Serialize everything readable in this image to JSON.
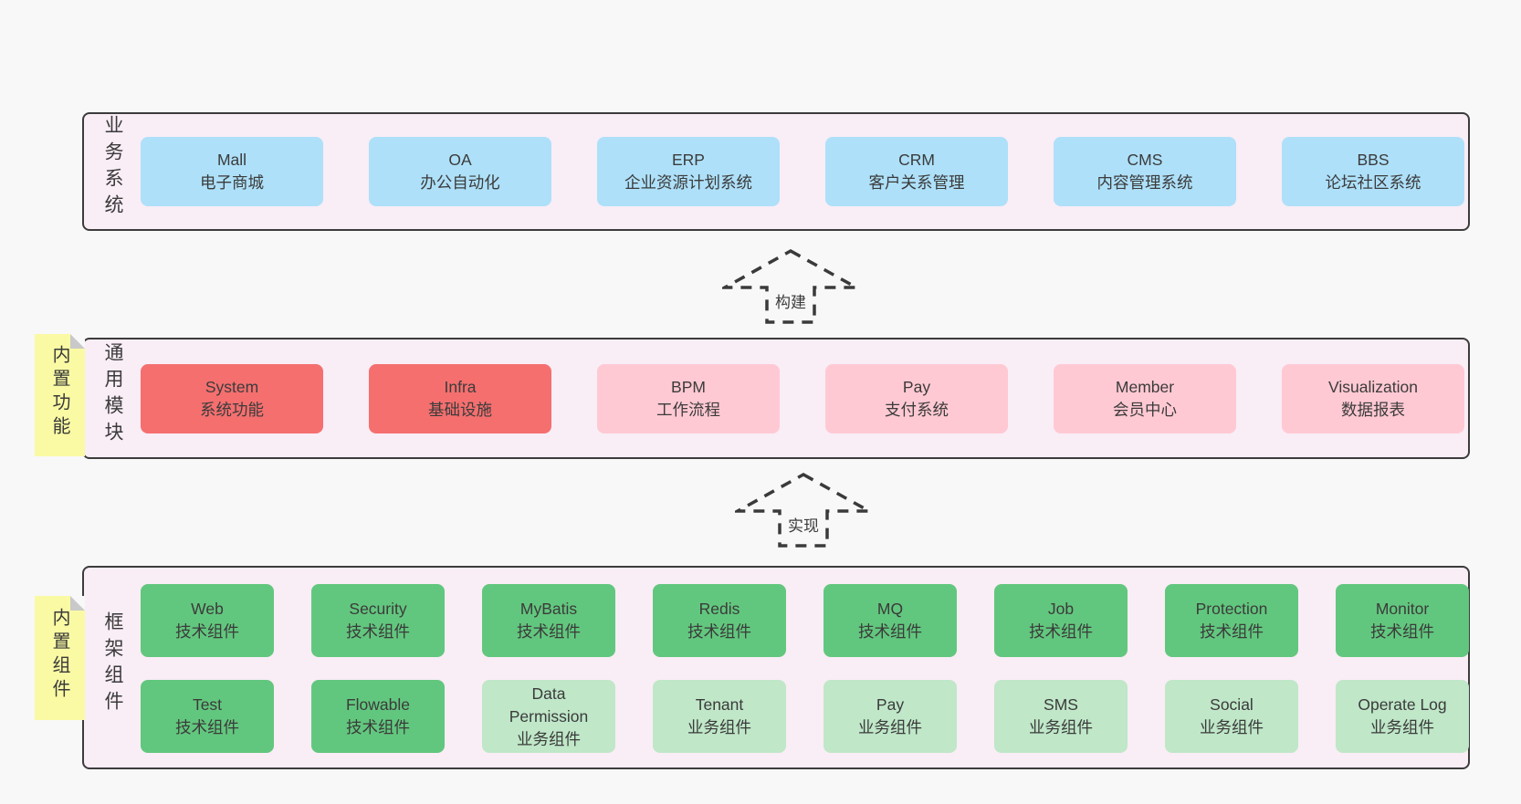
{
  "diagram": {
    "colors": {
      "page_background": "#f8f8f8",
      "layer_background": "#f9edf6",
      "layer_border": "#3c3c3c",
      "box_blue": "#aee0f9",
      "box_red": "#f56f6f",
      "box_pink": "#ffc9d3",
      "box_green": "#62c77e",
      "box_light_green": "#bfe7c8",
      "sticky_note_yellow": "#fafaa4",
      "text": "#3b3b3b"
    },
    "arrows": [
      {
        "label": "构建"
      },
      {
        "label": "实现"
      }
    ],
    "layers": [
      {
        "side_label": "业务系统",
        "boxes": [
          {
            "title": "Mall",
            "subtitle": "电子商城",
            "color": "blue"
          },
          {
            "title": "OA",
            "subtitle": "办公自动化",
            "color": "blue"
          },
          {
            "title": "ERP",
            "subtitle": "企业资源计划系统",
            "color": "blue"
          },
          {
            "title": "CRM",
            "subtitle": "客户关系管理",
            "color": "blue"
          },
          {
            "title": "CMS",
            "subtitle": "内容管理系统",
            "color": "blue"
          },
          {
            "title": "BBS",
            "subtitle": "论坛社区系统",
            "color": "blue"
          }
        ]
      },
      {
        "side_label": "通用模块",
        "sticky_note": "内置功能",
        "boxes": [
          {
            "title": "System",
            "subtitle": "系统功能",
            "color": "red"
          },
          {
            "title": "Infra",
            "subtitle": "基础设施",
            "color": "red"
          },
          {
            "title": "BPM",
            "subtitle": "工作流程",
            "color": "pink"
          },
          {
            "title": "Pay",
            "subtitle": "支付系统",
            "color": "pink"
          },
          {
            "title": "Member",
            "subtitle": "会员中心",
            "color": "pink"
          },
          {
            "title": "Visualization",
            "subtitle": "数据报表",
            "color": "pink"
          }
        ]
      },
      {
        "side_label": "框架组件",
        "sticky_note": "内置组件",
        "rows": [
          [
            {
              "title": "Web",
              "subtitle": "技术组件",
              "color": "green"
            },
            {
              "title": "Security",
              "subtitle": "技术组件",
              "color": "green"
            },
            {
              "title": "MyBatis",
              "subtitle": "技术组件",
              "color": "green"
            },
            {
              "title": "Redis",
              "subtitle": "技术组件",
              "color": "green"
            },
            {
              "title": "MQ",
              "subtitle": "技术组件",
              "color": "green"
            },
            {
              "title": "Job",
              "subtitle": "技术组件",
              "color": "green"
            },
            {
              "title": "Protection",
              "subtitle": "技术组件",
              "color": "green"
            },
            {
              "title": "Monitor",
              "subtitle": "技术组件",
              "color": "green"
            }
          ],
          [
            {
              "title": "Test",
              "subtitle": "技术组件",
              "color": "green"
            },
            {
              "title": "Flowable",
              "subtitle": "技术组件",
              "color": "green"
            },
            {
              "title": "Data Permission",
              "subtitle": "业务组件",
              "color": "lightgreen"
            },
            {
              "title": "Tenant",
              "subtitle": "业务组件",
              "color": "lightgreen"
            },
            {
              "title": "Pay",
              "subtitle": "业务组件",
              "color": "lightgreen"
            },
            {
              "title": "SMS",
              "subtitle": "业务组件",
              "color": "lightgreen"
            },
            {
              "title": "Social",
              "subtitle": "业务组件",
              "color": "lightgreen"
            },
            {
              "title": "Operate Log",
              "subtitle": "业务组件",
              "color": "lightgreen"
            }
          ]
        ]
      }
    ]
  }
}
